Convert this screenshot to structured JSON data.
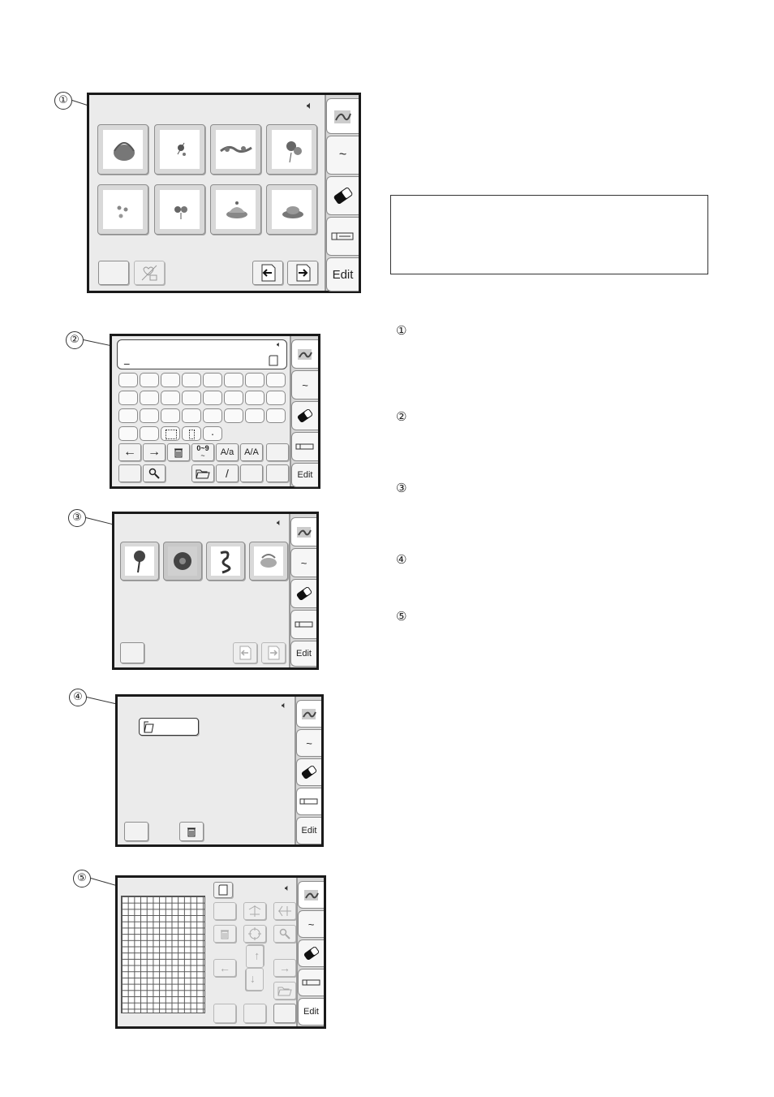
{
  "callouts": [
    "①",
    "②",
    "③",
    "④",
    "⑤"
  ],
  "list_markers": [
    "①",
    "②",
    "③",
    "④",
    "⑤"
  ],
  "tab_labels": {
    "tilde": "~",
    "edit": "Edit"
  },
  "icons": {
    "speaker": "speaker-icon",
    "picture": "picture-tab-icon",
    "eraser": "eraser-icon",
    "usb": "usb-icon",
    "prev_page": "prev-page-icon",
    "next_page": "next-page-icon",
    "favorite": "favorite-icon",
    "search": "magnifier-icon",
    "delete": "trash-icon",
    "folder": "folder-icon",
    "file": "file-icon"
  },
  "keyboard": {
    "arrow_left": "←",
    "arrow_right": "→",
    "numeric": "0~9",
    "numeric_sub": "~",
    "case_lower": "A/a",
    "case_upper": "A/A",
    "slash": "/",
    "dot": ".",
    "cursor": "_"
  }
}
